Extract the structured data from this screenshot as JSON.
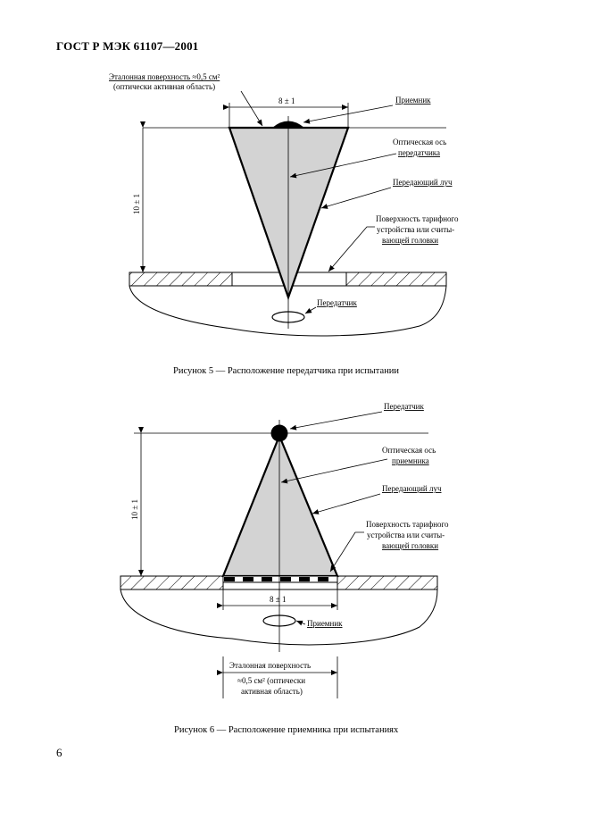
{
  "header": "ГОСТ Р МЭК 61107—2001",
  "page_number": "6",
  "figure5": {
    "ref_surface_1": "Эталонная поверхность ≈0,5 см²",
    "ref_surface_2": "(оптически активная область)",
    "width_dim": "8 ± 1",
    "height_dim": "10 ± 1",
    "receiver": "Приемник",
    "optical_axis_1": "Оптическая ось",
    "optical_axis_2": "передатчика",
    "beam": "Передающий луч",
    "surface_1": "Поверхность тарифного",
    "surface_2": "устройства или считы-",
    "surface_3": "вающей головки",
    "transmitter": "Передатчик",
    "caption": "Рисунок 5 — Расположение передатчика при испытании"
  },
  "figure6": {
    "transmitter": "Передатчик",
    "optical_axis_1": "Оптическая ось",
    "optical_axis_2": "приемника",
    "beam": "Передающий луч",
    "surface_1": "Поверхность тарифного",
    "surface_2": "устройства или считы-",
    "surface_3": "вающей головки",
    "height_dim": "10 ± 1",
    "width_dim": "8 ± 1",
    "receiver": "Приемник",
    "ref_surface_1": "Эталонная поверхность",
    "ref_surface_2": "≈0,5 см² (оптически",
    "ref_surface_3": "активная область)",
    "caption": "Рисунок 6 — Расположение приемника при испытаниях"
  }
}
